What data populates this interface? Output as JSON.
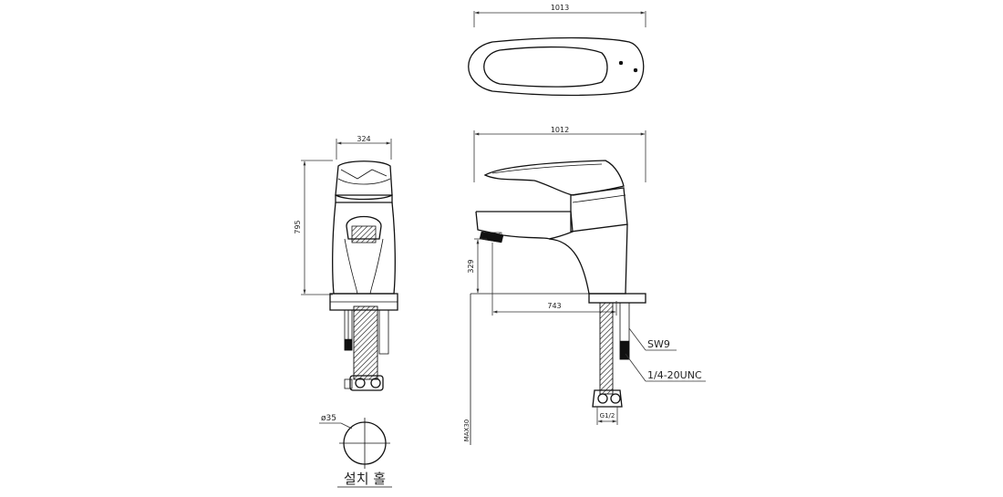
{
  "dimensions": {
    "top_width": "1013",
    "side_width": "1012",
    "front_width": "324",
    "front_height": "795",
    "spout_height": "329",
    "spout_reach": "743",
    "deck_thickness": "MAX30"
  },
  "callouts": {
    "wrench": "SW9",
    "thread": "1/4-20UNC",
    "hose_thread": "G1/2",
    "hole_diameter": "ø35"
  },
  "install_hole_label": "설치 홀"
}
